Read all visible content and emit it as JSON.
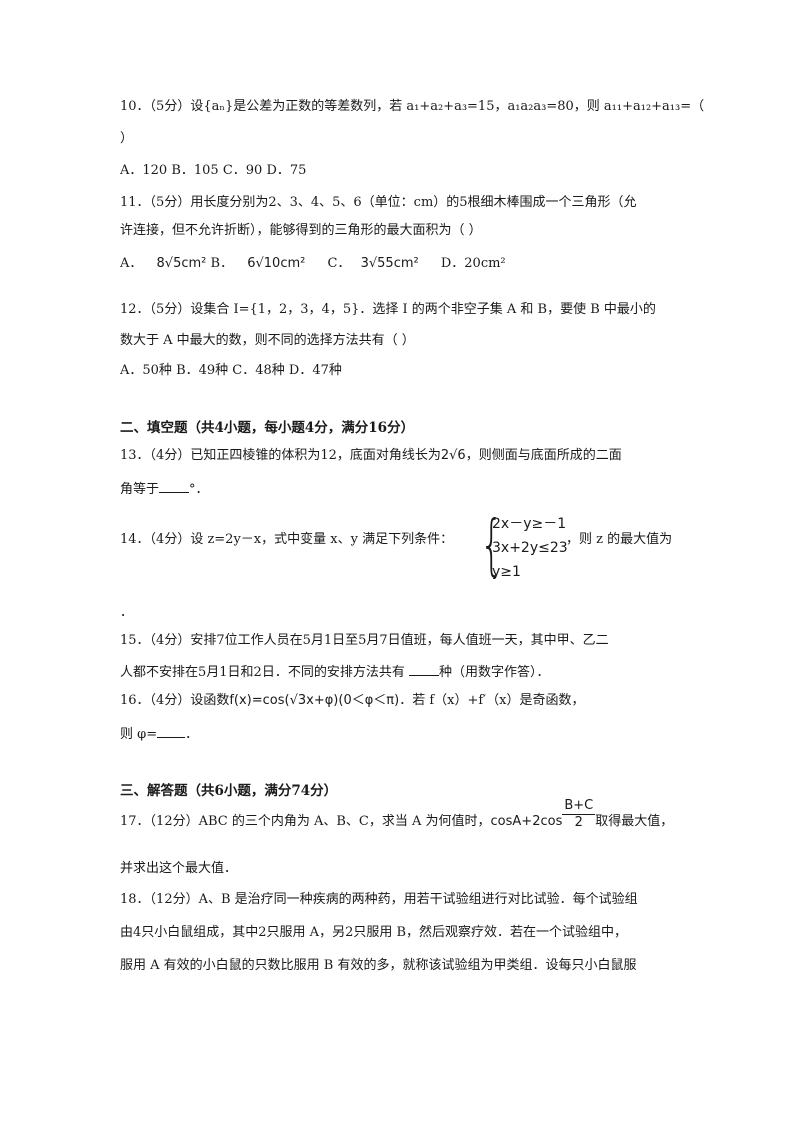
{
  "q10": {
    "line1": "10．（5分）设{aₙ}是公差为正数的等差数列，若 a₁+a₂+a₃=15，a₁a₂a₃=80，则 a₁₁+a₁₂+a₁₃=（",
    "line2": "）",
    "options": "A．120  B．105  C．90   D．75"
  },
  "q11": {
    "line1": "11．（5分）用长度分别为2、3、4、5、6（单位：cm）的5根细木棒围成一个三角形（允",
    "line2": "许连接，但不允许折断），能够得到的三角形的最大面积为（     ）",
    "opt_a_label": "A．",
    "opt_a": "8√5cm²",
    "opt_b_label": "B．",
    "opt_b": "6√10cm²",
    "opt_c_label": "C．",
    "opt_c": "3√55cm²",
    "opt_d": "D．20cm²"
  },
  "q12": {
    "line1": "12．（5分）设集合 I={1，2，3，4，5}．选择 I 的两个非空子集 A 和 B，要使 B 中最小的",
    "line2": "数大于 A 中最大的数，则不同的选择方法共有（     ）",
    "options": "A．50种 B．49种 C．48种 D．47种"
  },
  "section2": "二、填空题（共4小题，每小题4分，满分16分）",
  "q13": {
    "line1_pre": "13．（4分）已知正四棱锥的体积为12，底面对角线长为",
    "line1_math": "2√6",
    "line1_post": "，则侧面与底面所成的二面",
    "line2_pre": "角等于",
    "line2_post": "°．"
  },
  "q14": {
    "pre": "14．（4分）设 z=2y－x，式中变量 x、y 满足下列条件：",
    "cond1": "2x－y≥－1",
    "cond2": "3x+2y≤23",
    "cond3": "y≥1",
    "post": "，则 z 的最大值为",
    "end": "．"
  },
  "q15": {
    "line1": "15．（4分）安排7位工作人员在5月1日至5月7日值班，每人值班一天，其中甲、乙二",
    "line2_pre": "人都不安排在5月1日和2日．不同的安排方法共有 ",
    "line2_post": "种（用数字作答）．"
  },
  "q16": {
    "line1_pre": "16．（4分）设函数",
    "line1_math": "f(x)=cos(√3x+φ)(0＜φ＜π)",
    "line1_post": "．若 f（x）+f′（x）是奇函数，",
    "line2_pre": "则 φ=",
    "line2_post": "．"
  },
  "section3": "三、解答题（共6小题，满分74分）",
  "q17": {
    "line1_pre": "17．（12分）ABC 的三个内角为 A、B、C，求当 A 为何值时，",
    "expr_pre": "cosA+2cos",
    "frac_num": "B+C",
    "frac_den": "2",
    "line1_post": "取得最大值，",
    "line2": "并求出这个最大值．"
  },
  "q18": {
    "line1": "18．（12分）A、B 是治疗同一种疾病的两种药，用若干试验组进行对比试验．每个试验组",
    "line2": "由4只小白鼠组成，其中2只服用 A，另2只服用 B，然后观察疗效．若在一个试验组中，",
    "line3": "服用 A 有效的小白鼠的只数比服用 B 有效的多，就称该试验组为甲类组．设每只小白鼠服"
  }
}
